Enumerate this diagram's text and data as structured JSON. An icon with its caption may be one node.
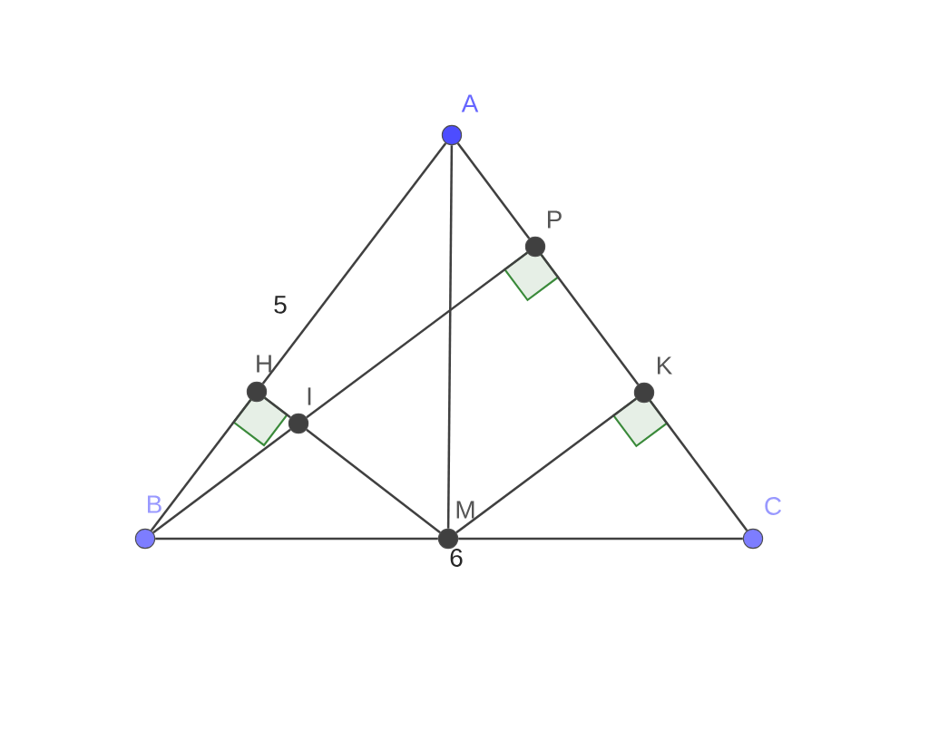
{
  "diagram": {
    "nodes": [
      {
        "text": [
          "A"
        ]
      },
      {
        "text": [
          "B"
        ]
      },
      {
        "text": [
          "C"
        ]
      },
      {
        "text": [
          "H"
        ]
      },
      {
        "text": [
          "I"
        ]
      },
      {
        "text": [
          "P"
        ]
      },
      {
        "text": [
          "K"
        ]
      },
      {
        "text": [
          "M"
        ]
      }
    ],
    "edges": [
      {
        "from": 0,
        "to": 3,
        "arrow": "none"
      },
      {
        "from": 3,
        "to": 1,
        "arrow": "none"
      },
      {
        "from": 1,
        "to": 7,
        "arrow": "none"
      },
      {
        "from": 7,
        "to": 2,
        "arrow": "none"
      },
      {
        "from": 0,
        "to": 7,
        "arrow": "none"
      },
      {
        "from": 0,
        "to": 5,
        "arrow": "none"
      },
      {
        "from": 5,
        "to": 6,
        "arrow": "none"
      },
      {
        "from": 6,
        "to": 2,
        "arrow": "none"
      },
      {
        "from": 1,
        "to": 4,
        "arrow": "none"
      },
      {
        "from": 4,
        "to": 5,
        "arrow": "none"
      },
      {
        "from": 4,
        "to": 7,
        "arrow": "none"
      },
      {
        "from": 7,
        "to": 6,
        "arrow": "none"
      },
      {
        "from": 3,
        "to": 4,
        "arrow": "none"
      }
    ],
    "labels": [
      "5",
      "6"
    ]
  }
}
